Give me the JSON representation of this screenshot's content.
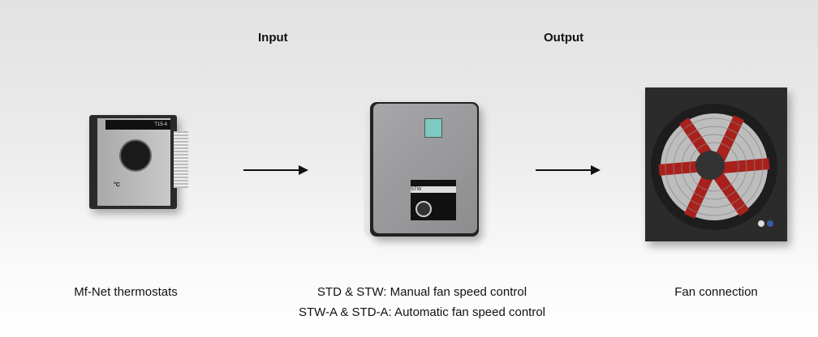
{
  "headers": {
    "input": "Input",
    "output": "Output"
  },
  "captions": {
    "thermostat": "Mf-Net thermostats",
    "controller_line1": "STD & STW: Manual fan speed control",
    "controller_line2": "STW-A & STD-A: Automatic fan speed control",
    "fan": "Fan connection"
  },
  "device_labels": {
    "thermostat_model": "T15-4",
    "thermostat_unit": "°C",
    "controller_model": "STW"
  },
  "colors": {
    "fan_blade": "#a8211c",
    "housing": "#2b2b2b",
    "controller_body": "#9a9b9d"
  }
}
